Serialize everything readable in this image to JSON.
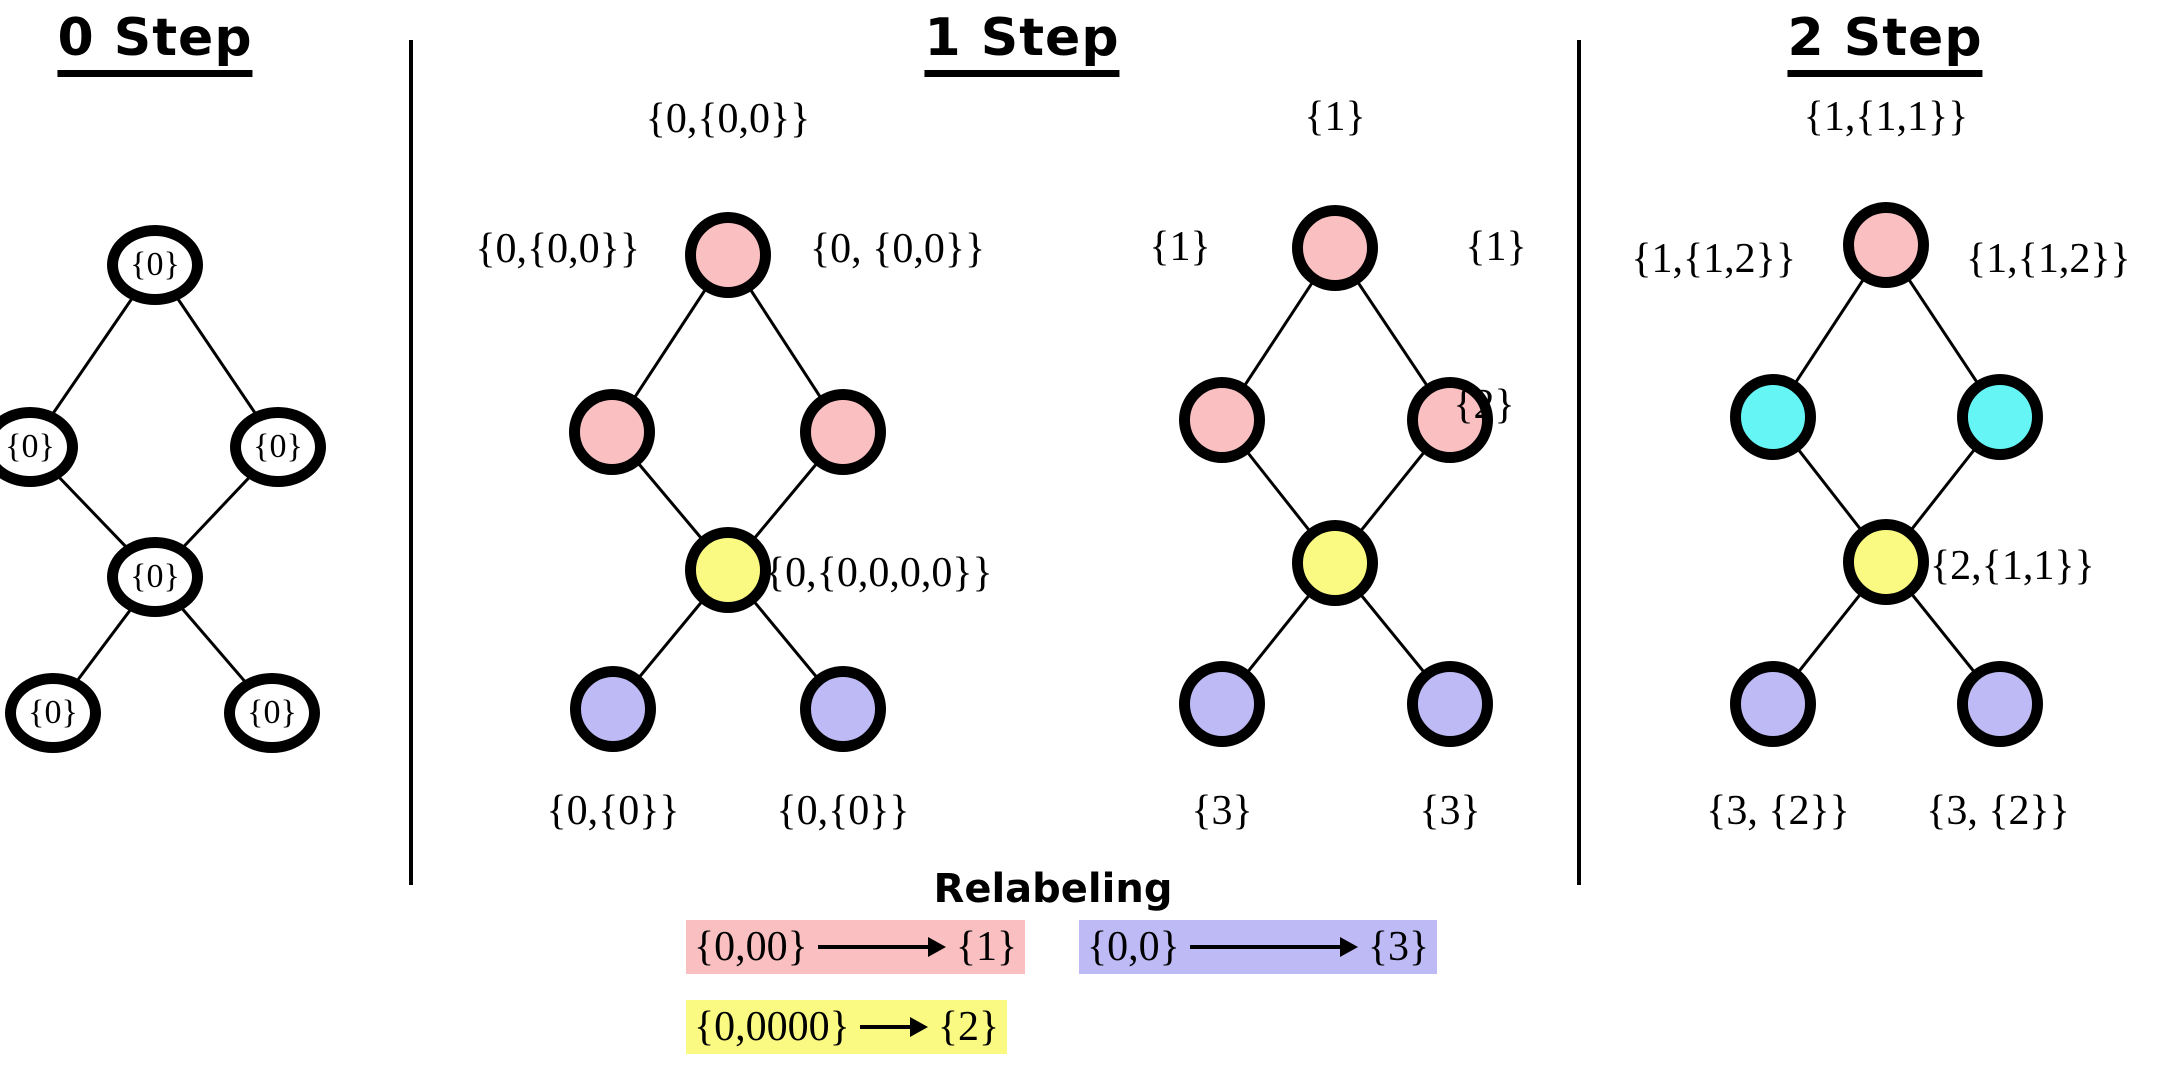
{
  "figure": {
    "caption_title": "Relabeling"
  },
  "sections": [
    {
      "id": "step0",
      "title": "0 Step"
    },
    {
      "id": "step1",
      "title": "1 Step"
    },
    {
      "id": "step2",
      "title": "2 Step"
    }
  ],
  "graphs": {
    "step0": {
      "node_labels": [
        "{0}",
        "{0}",
        "{0}",
        "{0}",
        "{0}",
        "{0}"
      ],
      "nodes": [
        {
          "name": "top",
          "text": "{0}",
          "color": "white"
        },
        {
          "name": "upper-left",
          "text": "{0}",
          "color": "white"
        },
        {
          "name": "upper-right",
          "text": "{0}",
          "color": "white"
        },
        {
          "name": "center",
          "text": "{0}",
          "color": "white"
        },
        {
          "name": "bottom-left",
          "text": "{0}",
          "color": "white"
        },
        {
          "name": "bottom-right",
          "text": "{0}",
          "color": "white"
        }
      ]
    },
    "step1_aggregated": {
      "labels": {
        "top": "{0,{0,0}}",
        "upper_left": "{0,{0,0}}",
        "upper_right": "{0, {0,0}}",
        "center": "{0,{0,0,0,0}}",
        "bottom_left": "{0,{0}}",
        "bottom_right": "{0,{0}}"
      },
      "colors": {
        "top": "pink",
        "upper_left": "pink",
        "upper_right": "pink",
        "center": "yellow",
        "bottom_left": "blue",
        "bottom_right": "blue"
      }
    },
    "step1_relabeled": {
      "labels": {
        "top": "{1}",
        "upper_left": "{1}",
        "upper_right": "{1}",
        "center": "{2}",
        "bottom_left": "{3}",
        "bottom_right": "{3}"
      },
      "colors": {
        "top": "pink",
        "upper_left": "pink",
        "upper_right": "pink",
        "center": "yellow",
        "bottom_left": "blue",
        "bottom_right": "blue"
      }
    },
    "step2": {
      "labels": {
        "top": "{1,{1,1}}",
        "upper_left": "{1,{1,2}}",
        "upper_right": "{1,{1,2}}",
        "center": "{2,{1,1}}",
        "bottom_left": "{3, {2}}",
        "bottom_right": "{3, {2}}"
      },
      "colors": {
        "top": "pink",
        "upper_left": "cyan",
        "upper_right": "cyan",
        "center": "yellow",
        "bottom_left": "blue",
        "bottom_right": "blue"
      }
    }
  },
  "relabeling": {
    "title": "Relabeling",
    "rules": [
      {
        "name": "pink-rule",
        "from": "{0,00}",
        "to": "{1}",
        "color": "#FABFC1"
      },
      {
        "name": "blue-rule",
        "from": "{0,0}",
        "to": "{3}",
        "color": "#BDBAF5"
      },
      {
        "name": "yellow-rule",
        "from": "{0,0000}",
        "to": "{2}",
        "color": "#FAFA82"
      }
    ]
  },
  "palette": {
    "pink": "#FABFC1",
    "yellow": "#FAFA82",
    "blue": "#BDBAF5",
    "cyan": "#66F5F5",
    "outline": "#000000",
    "background": "#FFFFFF"
  }
}
